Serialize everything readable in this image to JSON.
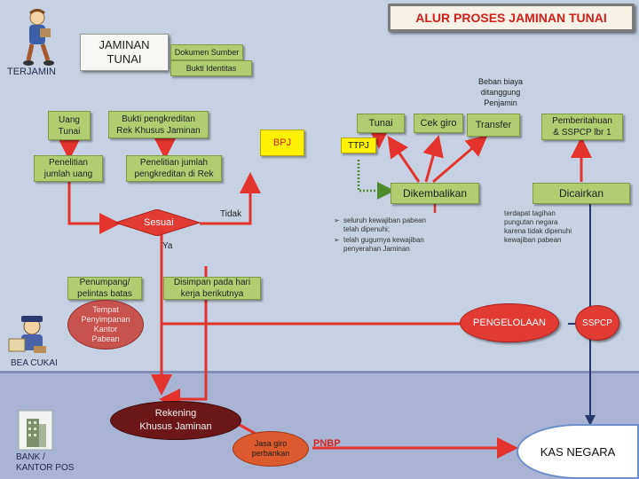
{
  "header": {
    "title": "ALUR PROSES JAMINAN TUNAI"
  },
  "actors": {
    "terjamin": "TERJAMIN",
    "bea_cukai": "BEA CUKAI",
    "bank": "BANK /\nKANTOR POS",
    "kas_negara": "KAS NEGARA"
  },
  "nodes": {
    "jaminan_tunai": "JAMINAN\nTUNAI",
    "dokumen_sumber": "Dokumen Sumber",
    "bukti_identitas": "Bukti Identitas",
    "beban_biaya": "Beban biaya\nditanggung\nPenjamin",
    "uang_tunai": "Uang\nTunai",
    "bukti_pengkreditan": "Bukti pengkreditan\nRek Khusus Jaminan",
    "tunai": "Tunai",
    "cek_giro": "Cek giro",
    "transfer": "Transfer",
    "pemberitahuan": "Pemberitahuan\n& SSPCP lbr 1",
    "bpj": "BPJ",
    "ttpj": "TTPJ",
    "penelitian_uang": "Penelitian\njumlah uang",
    "penelitian_rek": "Penelitian jumlah\npengkreditan di Rek",
    "dikembalikan": "Dikembalikan",
    "dicairkan": "Dicairkan",
    "sesuai": "Sesuai",
    "tidak": "Tidak",
    "ya": "Ya",
    "penumpang": "Penumpang/\npelintas batas",
    "disimpan": "Disimpan pada hari\nkerja berikutnya",
    "tempat_penyimpanan": "Tempat\nPenyimpanan\nKantor\nPabean",
    "pengelolaan": "PENGELOLAAN",
    "sspcp": "SSPCP",
    "rekening_khusus": "Rekening\nKhusus Jaminan",
    "jasa_giro": "Jasa giro\nperbankan",
    "pnbp": "PNBP"
  },
  "notes": {
    "dikembalikan_1": "seluruh kewajiban pabean\ntelah dipenuhi;",
    "dikembalikan_2": "telah gugurnya kewajiban\npenyerahan Jaminan",
    "dicairkan": "terdapat tagihan\npungutan negara\nkarena tidak dipenuhi\nkewajiban pabean"
  },
  "colors": {
    "green_box": "#b1cd72",
    "red_box": "#e23b34",
    "yellow_box": "#fff100",
    "arrow_red": "#e3332c",
    "arrow_green": "#4e8c2e",
    "arrow_navy": "#25386b",
    "upper_band": "#c6d2e3",
    "lower_band": "#a9b3d3"
  },
  "icons": [
    "person-terjamin-icon",
    "customs-officer-icon",
    "bank-building-icon"
  ]
}
